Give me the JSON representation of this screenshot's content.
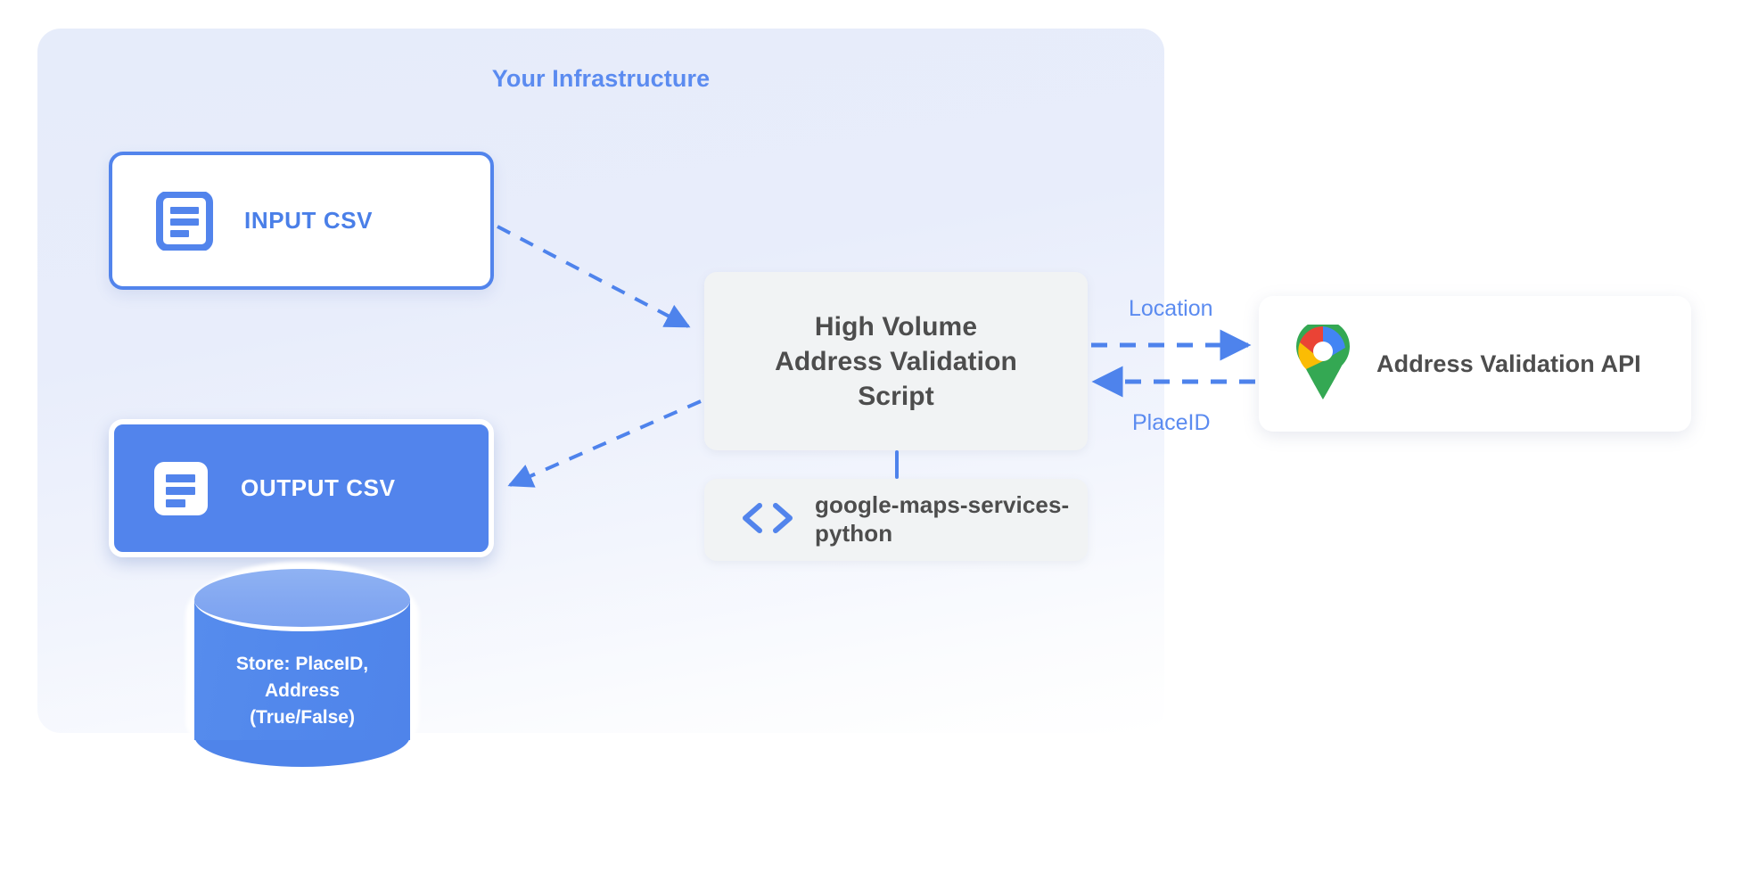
{
  "panel": {
    "title": "Your Infrastructure",
    "accent_color": "#5b8bf0",
    "background_top": "#e6ecfa",
    "background_bottom": "#ffffff"
  },
  "nodes": {
    "input_csv": {
      "label": "INPUT CSV",
      "icon": "document-lines-icon",
      "fill": "#ffffff",
      "border_color": "#5284ec",
      "text_color": "#4a7fe8"
    },
    "output_csv": {
      "label": "OUTPUT CSV",
      "icon": "document-lines-icon",
      "fill": "#5284ec",
      "text_color": "#ffffff"
    },
    "script": {
      "line1": "High Volume",
      "line2": "Address Validation",
      "line3": "Script",
      "fill": "#f1f3f4",
      "text_color": "#4d4d4d"
    },
    "library": {
      "label": "google-maps-services-python",
      "icon": "code-brackets-icon",
      "fill": "#f1f3f4",
      "text_color": "#4d4d4d",
      "icon_color": "#5284ec"
    },
    "api": {
      "label": "Address Validation API",
      "icon": "google-maps-pin-icon",
      "fill": "#ffffff",
      "text_color": "#4d4d4d"
    },
    "database": {
      "line1": "Store: PlaceID,",
      "line2": "Address",
      "line3": "(True/False)",
      "fill": "#5288ec",
      "top_fill": "#82a7f1",
      "text_color": "#ffffff"
    }
  },
  "edges": {
    "input_to_script": {
      "style": "dashed",
      "color": "#4e83ec",
      "direction": "to-script"
    },
    "script_to_output": {
      "style": "dashed",
      "color": "#4e83ec",
      "direction": "to-output"
    },
    "script_to_api": {
      "style": "dashed",
      "color": "#4e83ec",
      "label": "Location",
      "direction": "to-api"
    },
    "api_to_script": {
      "style": "dashed",
      "color": "#4e83ec",
      "label": "PlaceID",
      "direction": "to-script"
    },
    "script_to_library": {
      "style": "solid",
      "color": "#4e83ec"
    }
  },
  "labels": {
    "location": "Location",
    "placeid": "PlaceID"
  },
  "colors": {
    "brand_blue": "#5284ec",
    "label_blue": "#5b8bf0",
    "grey_box": "#f1f3f4",
    "dark_text": "#4d4d4d",
    "maps_pin_red": "#ea4335",
    "maps_pin_yellow": "#fbbc04",
    "maps_pin_green": "#34a853",
    "maps_pin_blue": "#4285f4"
  }
}
